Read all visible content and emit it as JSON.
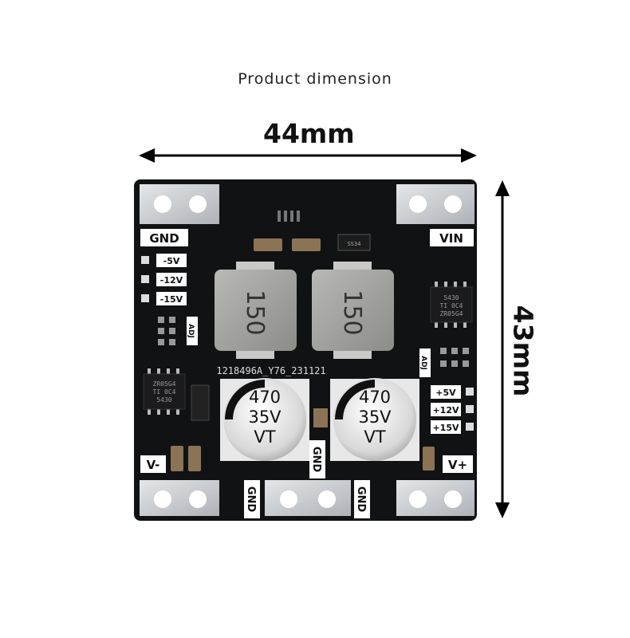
{
  "caption": "Product dimension",
  "width_label": "44mm",
  "height_label": "43mm",
  "board": {
    "pad_labels": {
      "gnd_top_left": "GND",
      "vin": "VIN",
      "v_minus": "V-",
      "v_plus": "V+",
      "gnd_bottom_left": "GND",
      "gnd_center": "GND",
      "gnd_bottom_right": "GND"
    },
    "left_voltages": [
      "-5V",
      "-12V",
      "-15V"
    ],
    "right_voltages": [
      "+5V",
      "+12V",
      "+15V"
    ],
    "adj_left": "ADJ",
    "adj_right": "ADJ",
    "part_number": "1218496A_Y76_231121",
    "inductors": [
      "150",
      "150"
    ],
    "capacitor": [
      "470",
      "35V",
      "VT"
    ],
    "chip_right": [
      "5430",
      "TI 0C4",
      "ZR05G4"
    ],
    "chip_left": [
      "ZR05G4",
      "TI 0C4",
      "5430"
    ],
    "diode": "SS34"
  }
}
